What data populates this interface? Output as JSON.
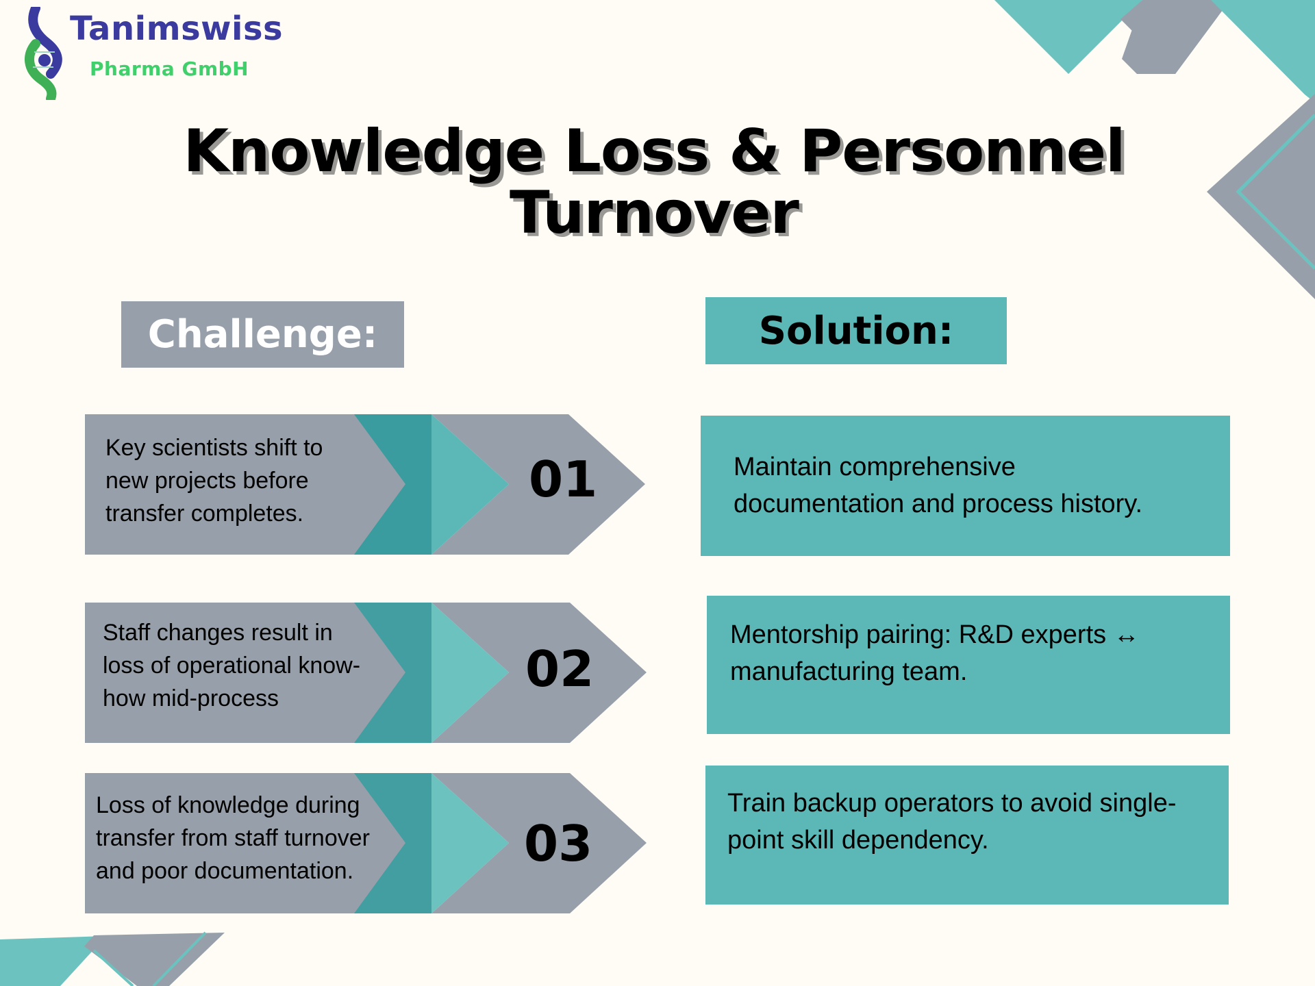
{
  "logo": {
    "name": "Tanimswiss",
    "subtitle": "Pharma GmbH",
    "icon": "dna-helix-icon",
    "colors": {
      "name": "#3b3a9e",
      "subtitle": "#3fd06b"
    }
  },
  "title": {
    "line1": "Knowledge Loss & Personnel",
    "line2": "Turnover"
  },
  "headers": {
    "challenge": "Challenge:",
    "solution": "Solution:"
  },
  "rows": [
    {
      "number": "01",
      "challenge": [
        "Key scientists shift to",
        "new projects before",
        "transfer completes."
      ],
      "solution": [
        "Maintain comprehensive",
        "documentation and process history."
      ]
    },
    {
      "number": "02",
      "challenge": [
        "Staff changes result in",
        "loss of operational know-",
        "how mid-process"
      ],
      "solution": [
        "Mentorship pairing: R&D experts ↔",
        "manufacturing team."
      ]
    },
    {
      "number": "03",
      "challenge": [
        "Loss of knowledge during",
        "transfer from staff turnover",
        "and poor documentation."
      ],
      "solution": [
        "Train backup operators to avoid single-",
        "point skill dependency."
      ]
    }
  ],
  "colors": {
    "background": "#fefcf5",
    "gray": "#97a0aa",
    "teal": "#5cb8b6",
    "teal_light": "#6cc2bf",
    "teal_dark": "#3a9c9e"
  }
}
